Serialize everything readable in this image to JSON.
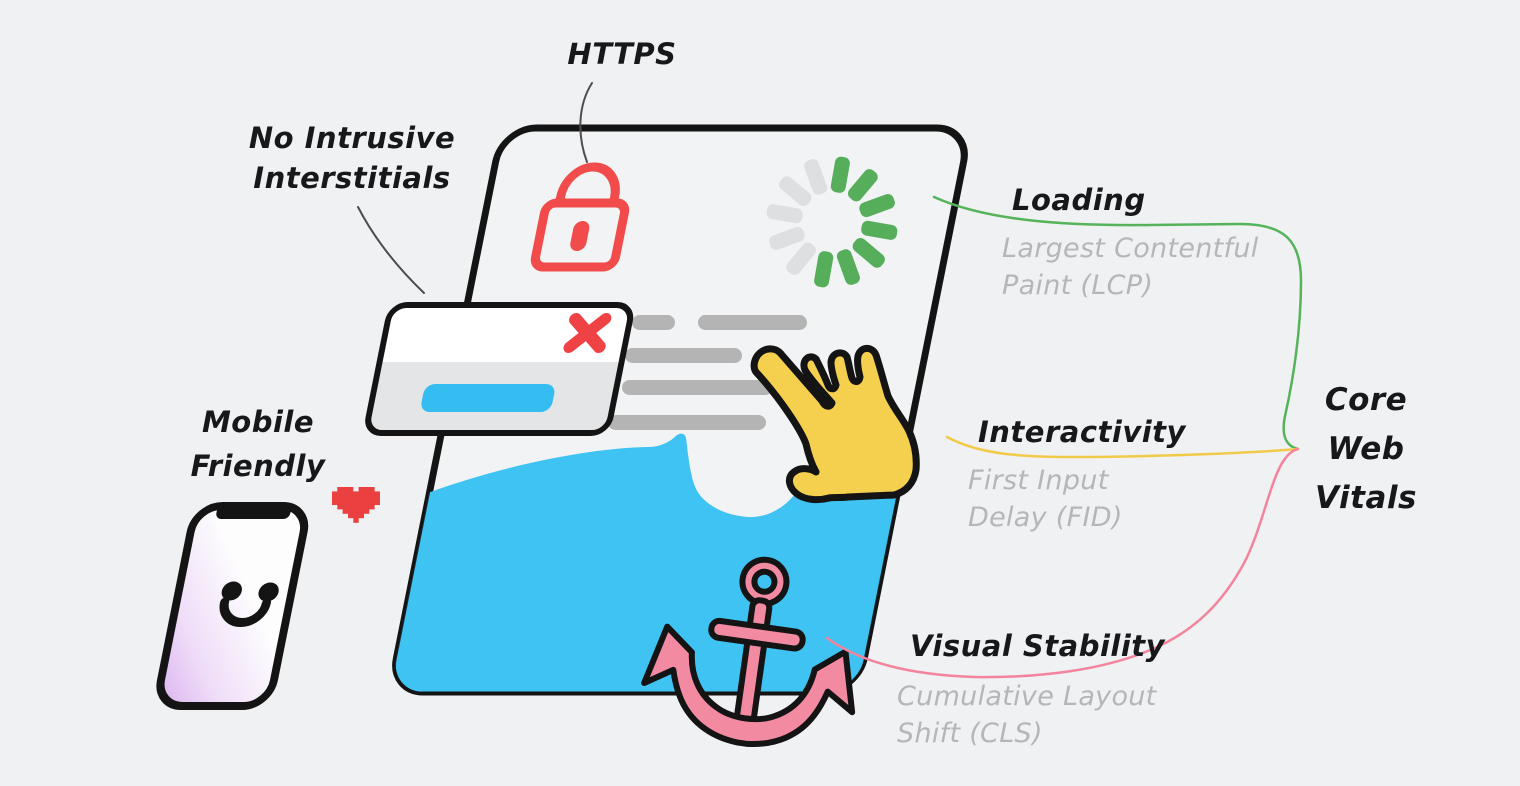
{
  "illustration": {
    "labels": {
      "https": "HTTPS",
      "no_intrusive": {
        "line1": "No Intrusive",
        "line2": "Interstitials"
      },
      "mobile_friendly": {
        "line1": "Mobile",
        "line2": "Friendly"
      },
      "loading": {
        "title": "Loading",
        "sub_line1": "Largest Contentful",
        "sub_line2": "Paint (LCP)"
      },
      "interactivity": {
        "title": "Interactivity",
        "sub_line1": "First Input",
        "sub_line2": "Delay (FID)"
      },
      "visual_stability": {
        "title": "Visual Stability",
        "sub_line1": "Cumulative Layout",
        "sub_line2": "Shift (CLS)"
      },
      "core_web_vitals": {
        "line1": "Core",
        "line2": "Web",
        "line3": "Vitals"
      }
    },
    "icons": [
      "lock-icon",
      "loading-spinner-icon",
      "close-icon",
      "interstitial-popup",
      "hand-pointer-icon",
      "wave-shape",
      "anchor-icon",
      "smartphone-icon",
      "smiley-face-icon",
      "pixel-heart-icon",
      "content-line-bars",
      "webpage-frame"
    ],
    "colors": {
      "background": "#eff1f2",
      "outline": "#141414",
      "loading_green": "#55b35a",
      "interactivity_yellow": "#f2ca49",
      "stability_pink": "#f4849d",
      "alert_red": "#ee4245",
      "wave_blue": "#3ec3f2",
      "button_blue": "#35bdf2",
      "hand_yellow": "#f4d04e",
      "anchor_pink": "#f28aa2",
      "bar_gray": "#b4b4b4",
      "subtext_gray": "#b5b6b9",
      "phone_purple": "#e3c6f2"
    }
  }
}
